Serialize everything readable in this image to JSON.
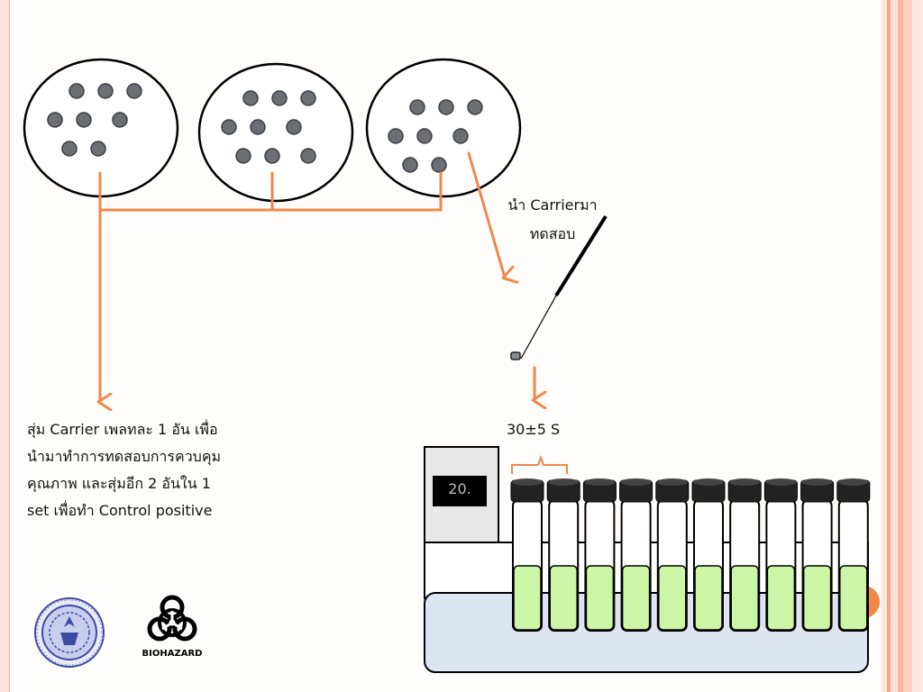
{
  "instruction_text": "สุ่ม Carrier เพลทละ 1 อัน เพื่อนำมาทำการทดสอบการควบคุมคุณภาพ และสุ่มอีก 2 อันใน 1 set เพื่อทำ Control positive",
  "instruction_lines": [
    "สุ่ม Carrier เพลทละ 1 อัน เพื่อ",
    "นำมาทำการทดสอบการควบคุม",
    "คุณภาพ และสุ่มอีก 2 อันใน 1",
    "set เพื่อทำ Control positive"
  ],
  "carrier_note_lines": [
    "นำ Carrierมา",
    "ทดสอบ"
  ],
  "timer_label": "30±5 S",
  "display_value": "20.\n0",
  "biohazard_label": "BIOHAZARD",
  "colors": {
    "arrow": "#f0884a",
    "dot": "#6b6e73",
    "liquid": "#ccf5a6",
    "bath": "#dde5f3",
    "border_pink": "#f6b7a0"
  },
  "tube_count": 10,
  "icons": [
    "institution-seal-icon",
    "biohazard-icon"
  ]
}
